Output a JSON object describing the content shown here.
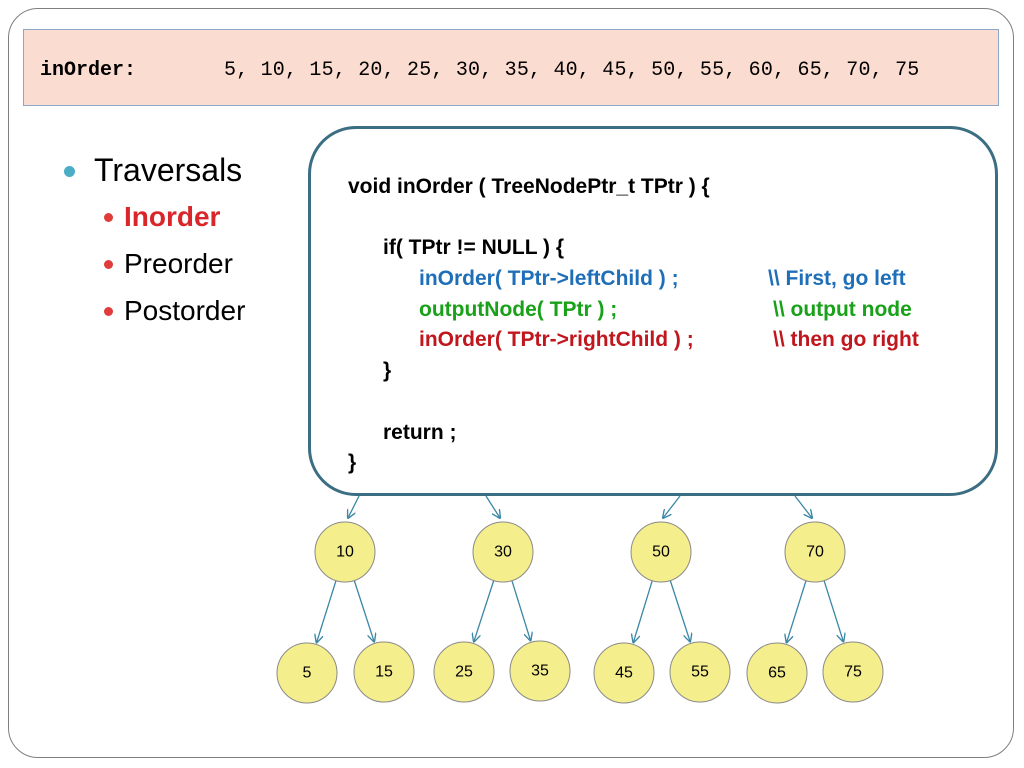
{
  "banner": {
    "label": "inOrder:",
    "values": "5, 10, 15, 20, 25, 30, 35, 40, 45, 50, 55, 60, 65, 70, 75"
  },
  "bullets": {
    "title": "Traversals",
    "items": [
      {
        "label": "Inorder",
        "highlight": true
      },
      {
        "label": "Preorder",
        "highlight": false
      },
      {
        "label": "Postorder",
        "highlight": false
      }
    ]
  },
  "code": {
    "signature": "void inOrder ( TreeNodePtr_t  TPtr ) {",
    "if_line": "if( TPtr != NULL ) {",
    "left_call": "inOrder( TPtr->leftChild ) ;",
    "left_comment": "\\\\ First, go left",
    "output_call": "outputNode( TPtr ) ;",
    "output_comment": "\\\\  output node",
    "right_call": "inOrder( TPtr->rightChild ) ;",
    "right_comment": "\\\\ then go right",
    "close_if": "}",
    "return_line": "return ;",
    "close_fn": "}"
  },
  "tree": {
    "parents": [
      "10",
      "30",
      "50",
      "70"
    ],
    "children": [
      [
        "5",
        "15"
      ],
      [
        "25",
        "35"
      ],
      [
        "45",
        "55"
      ],
      [
        "65",
        "75"
      ]
    ]
  },
  "colors": {
    "banner_bg": "#fbdcd0",
    "node_fill": "#f5ee8c",
    "edge": "#3a87a6",
    "left_call": "#1f6fb8",
    "output_call": "#19a119",
    "right_call": "#c0161d",
    "bullet_highlight": "#d9262b"
  }
}
